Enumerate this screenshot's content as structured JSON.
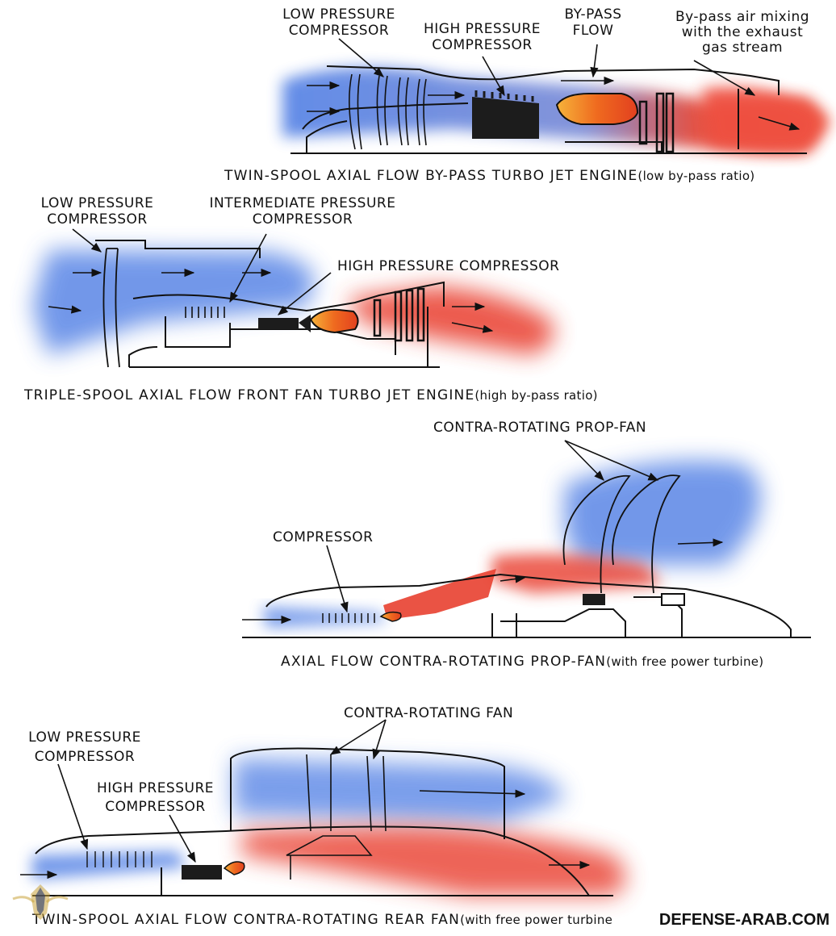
{
  "diagrams": [
    {
      "caption": "TWIN-SPOOL AXIAL FLOW BY-PASS TURBO JET ENGINE",
      "caption_note": "(low by-pass ratio)",
      "labels": {
        "lp_compressor": [
          "LOW PRESSURE",
          "COMPRESSOR"
        ],
        "hp_compressor": [
          "HIGH PRESSURE",
          "COMPRESSOR"
        ],
        "bypass_flow": [
          "BY-PASS",
          "FLOW"
        ],
        "bypass_mixing": [
          "By-pass air mixing",
          "with the exhaust",
          "gas stream"
        ]
      }
    },
    {
      "caption": "TRIPLE-SPOOL AXIAL FLOW FRONT FAN TURBO JET ENGINE",
      "caption_note": "(high by-pass ratio)",
      "labels": {
        "lp_compressor": [
          "LOW PRESSURE",
          "COMPRESSOR"
        ],
        "ip_compressor": [
          "INTERMEDIATE PRESSURE",
          "COMPRESSOR"
        ],
        "hp_compressor": [
          "HIGH PRESSURE COMPRESSOR"
        ]
      }
    },
    {
      "caption": "AXIAL FLOW CONTRA-ROTATING PROP-FAN",
      "caption_note": "(with free power turbine)",
      "labels": {
        "propfan": [
          "CONTRA-ROTATING PROP-FAN"
        ],
        "compressor": [
          "COMPRESSOR"
        ]
      }
    },
    {
      "caption": "TWIN-SPOOL AXIAL FLOW CONTRA-ROTATING REAR FAN",
      "caption_note": "(with free power turbine",
      "labels": {
        "fan": [
          "CONTRA-ROTATING FAN"
        ],
        "lp_compressor": [
          "LOW PRESSURE",
          "COMPRESSOR"
        ],
        "hp_compressor": [
          "HIGH PRESSURE",
          "COMPRESSOR"
        ]
      }
    }
  ],
  "watermark": "DEFENSE-ARAB.COM",
  "colors": {
    "cold_air": "#4f7fe0",
    "hot_gas": "#e8392c",
    "combustion": "#f07a1a",
    "metal": "#1a1a1a"
  }
}
